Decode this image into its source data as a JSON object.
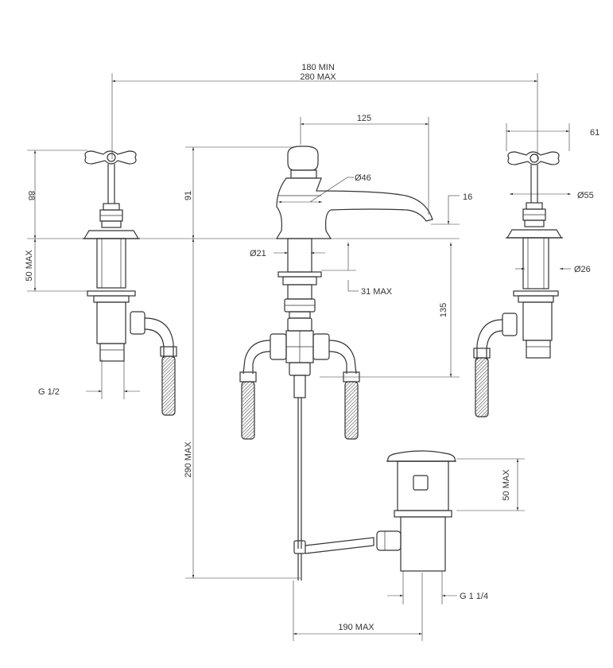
{
  "dimensions": {
    "overall_min": "180 MIN",
    "overall_max": "280 MAX",
    "spout_reach": "125",
    "handle_width": "61",
    "body_diameter": "Ø46",
    "spout_height": "16",
    "handle_height": "88",
    "spout_body_height": "91",
    "base_diameter": "Ø55",
    "valve_tail_max": "50 MAX",
    "tail_diameter": "Ø21",
    "shank_diameter": "Ø26",
    "deck_thickness": "31 MAX",
    "tail_length": "135",
    "valve_thread": "G 1/2",
    "total_height_max": "290 MAX",
    "waste_height_max": "50 MAX",
    "waste_thread": "G 1 1/4",
    "rod_reach_max": "190 MAX"
  },
  "colors": {
    "line": "#333333",
    "background": "#ffffff"
  }
}
